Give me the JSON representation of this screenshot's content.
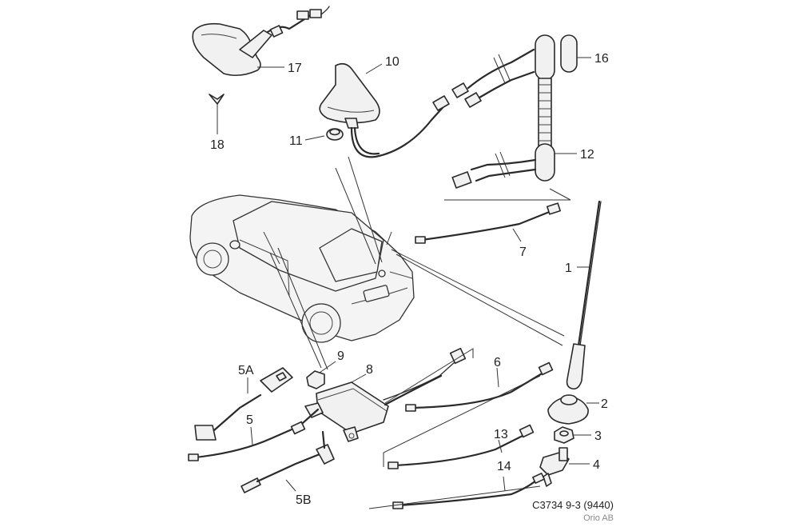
{
  "callouts": {
    "c1": "1",
    "c2": "2",
    "c3": "3",
    "c4": "4",
    "c5": "5",
    "c5a": "5A",
    "c5b": "5B",
    "c6": "6",
    "c7": "7",
    "c8": "8",
    "c9": "9",
    "c10": "10",
    "c11": "11",
    "c12": "12",
    "c13": "13",
    "c14": "14",
    "c16": "16",
    "c17": "17",
    "c18": "18"
  },
  "footer": {
    "code": "C3734 9-3 (9440)",
    "company": "Orio AB"
  }
}
